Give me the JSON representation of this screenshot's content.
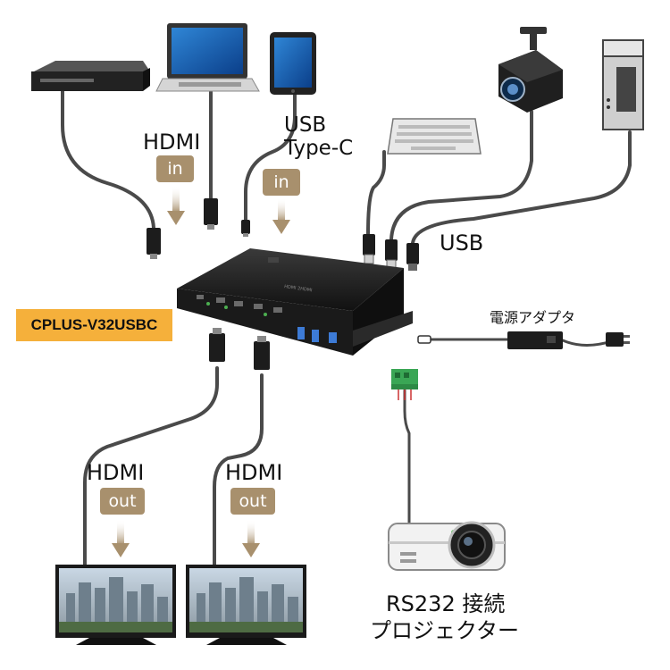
{
  "model": "CPLUS-V32USBC",
  "labels": {
    "hdmi_in": "HDMI",
    "usb_typec_line1": "USB",
    "usb_typec_line2": "Type-C",
    "usb": "USB",
    "power_adapter": "電源アダプタ",
    "hdmi_out_left": "HDMI",
    "hdmi_out_right": "HDMI",
    "projector_line1": "RS232 接続",
    "projector_line2": "プロジェクター"
  },
  "badges": {
    "in_left": "in",
    "in_right": "in",
    "out_left": "out",
    "out_right": "out"
  },
  "colors": {
    "badge": "#a8906d",
    "model_bg": "#f5b03b",
    "cable": "#4a4a4a",
    "device_dark": "#1c1c1c",
    "connector_green": "#3aa655"
  }
}
